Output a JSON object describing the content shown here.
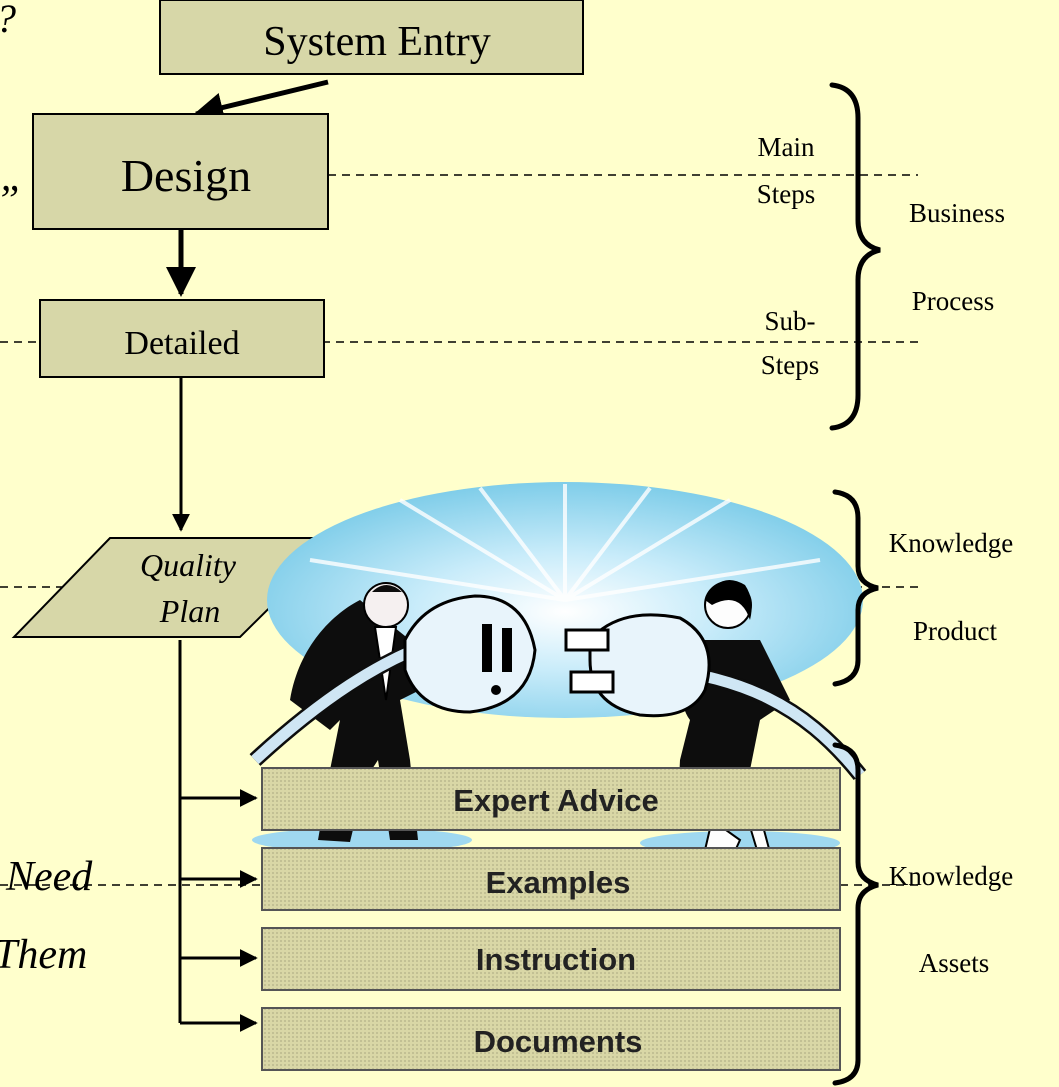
{
  "flow": {
    "system_entry": "System Entry",
    "design": "Design",
    "detailed": "Detailed",
    "quality_line1": "Quality",
    "quality_line2": "Plan"
  },
  "left_fragments": {
    "top_glyph": "?",
    "quote_glyph": "”",
    "need": "Need",
    "them": "Them"
  },
  "labels": {
    "main": "Main",
    "steps1": "Steps",
    "sub": "Sub-",
    "steps2": "Steps",
    "business": "Business",
    "process": "Process",
    "knowledge1": "Knowledge",
    "product": "Product",
    "knowledge2": "Knowledge",
    "assets": "Assets"
  },
  "assets": {
    "expert_advice": "Expert Advice",
    "examples": "Examples",
    "instruction": "Instruction",
    "documents": "Documents"
  },
  "colors": {
    "background": "#ffffcc",
    "box_fill": "#d7d7a8",
    "asset_fill": "#d9d7a6",
    "halo": "#9fd8f0"
  }
}
